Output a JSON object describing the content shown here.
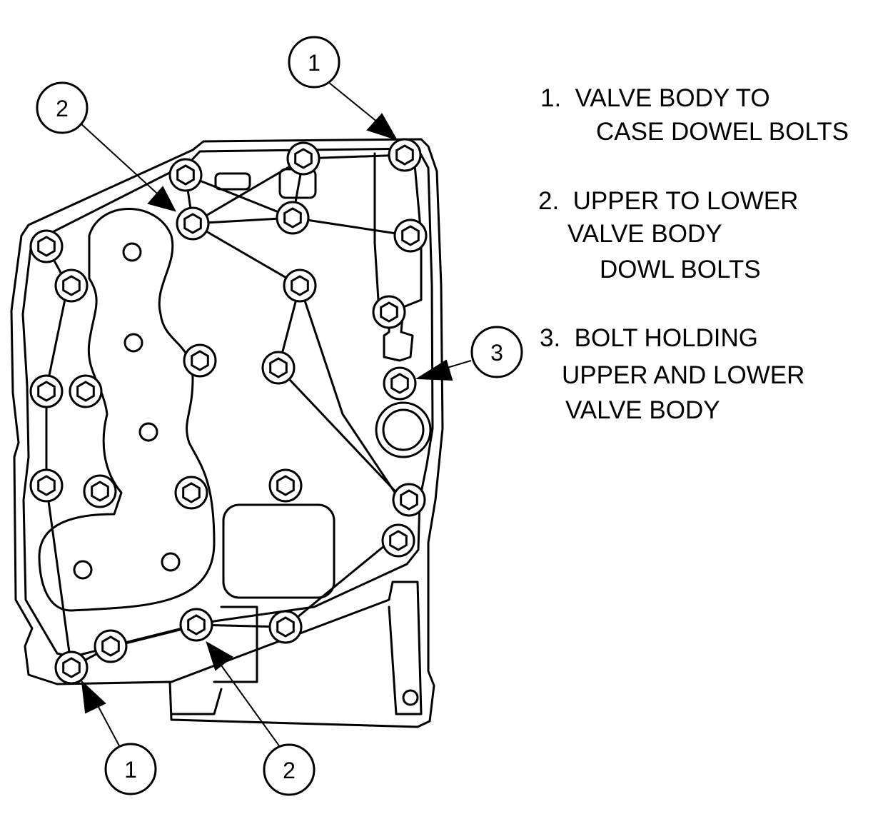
{
  "callouts": [
    {
      "id": "c1-top",
      "label": "1"
    },
    {
      "id": "c2-top",
      "label": "2"
    },
    {
      "id": "c3-right",
      "label": "3"
    },
    {
      "id": "c1-bottom",
      "label": "1"
    },
    {
      "id": "c2-bottom",
      "label": "2"
    }
  ],
  "legend": {
    "item1": {
      "line1": "1.  VALVE BODY TO",
      "line2": "CASE DOWEL BOLTS"
    },
    "item2": {
      "line1": "2.  UPPER TO LOWER",
      "line2": "VALVE BODY",
      "line3": "DOWL BOLTS"
    },
    "item3": {
      "line1": "3.  BOLT HOLDING",
      "line2": "UPPER AND LOWER",
      "line3": "VALVE BODY"
    }
  }
}
